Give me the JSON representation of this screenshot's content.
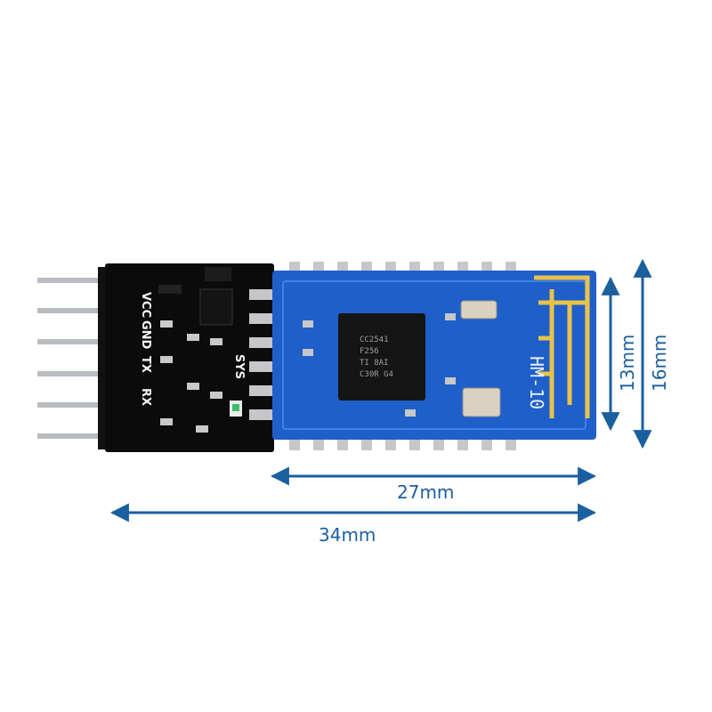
{
  "module": {
    "model_label": "HM-10",
    "chip_marking": [
      "CC2541",
      "F256",
      "TI 8AI",
      "C30R G4"
    ],
    "pin_labels": [
      "VCC",
      "GND",
      "TX",
      "RX"
    ],
    "state_label": "SYS",
    "colors": {
      "module_pcb": "#1f5fc9",
      "carrier_pcb": "#0b0b0b",
      "antenna_trace": "#e8c24a",
      "pin_metal": "#b9bcc0"
    }
  },
  "dimensions": {
    "inner_length": "27mm",
    "total_length": "34mm",
    "inner_width": "13mm",
    "total_width": "16mm",
    "arrow_color": "#1a5f9e"
  }
}
